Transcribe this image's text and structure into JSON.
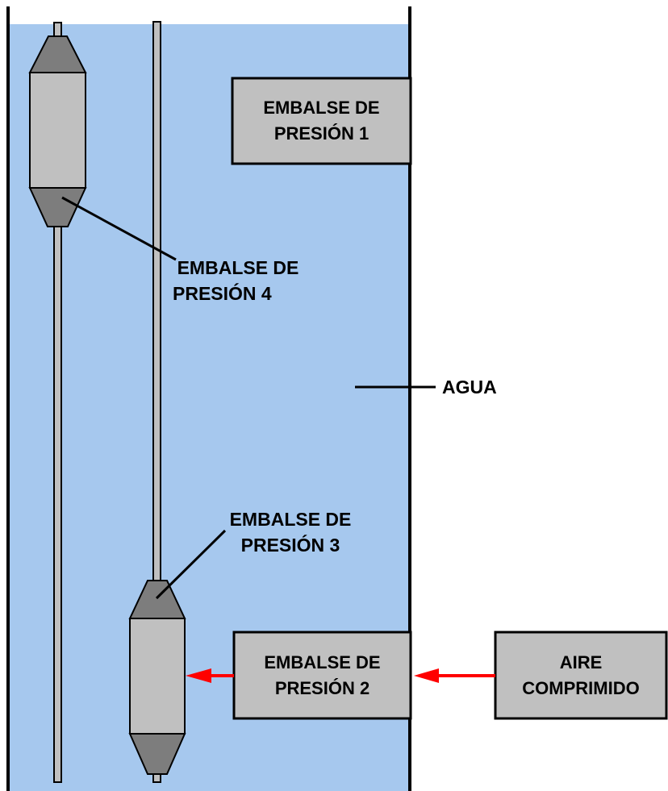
{
  "colors": {
    "water": "#a6c8ee",
    "box_fill": "#c0c0c0",
    "cone_fill": "#7d7d7d",
    "body_fill": "#c0c0c0",
    "outline": "#000000",
    "arrow": "#ff0000",
    "background": "#ffffff"
  },
  "labels": {
    "embalse_1": {
      "line1": "EMBALSE DE",
      "line2": "PRESIÓN 1"
    },
    "embalse_2": {
      "line1": "EMBALSE DE",
      "line2": "PRESIÓN 2"
    },
    "embalse_3": {
      "line1": "EMBALSE DE",
      "line2": "PRESIÓN 3"
    },
    "embalse_4": {
      "line1": "EMBALSE DE",
      "line2": "PRESIÓN 4"
    },
    "agua": "AGUA",
    "aire": {
      "line1": "AIRE",
      "line2": "COMPRIMIDO"
    }
  }
}
